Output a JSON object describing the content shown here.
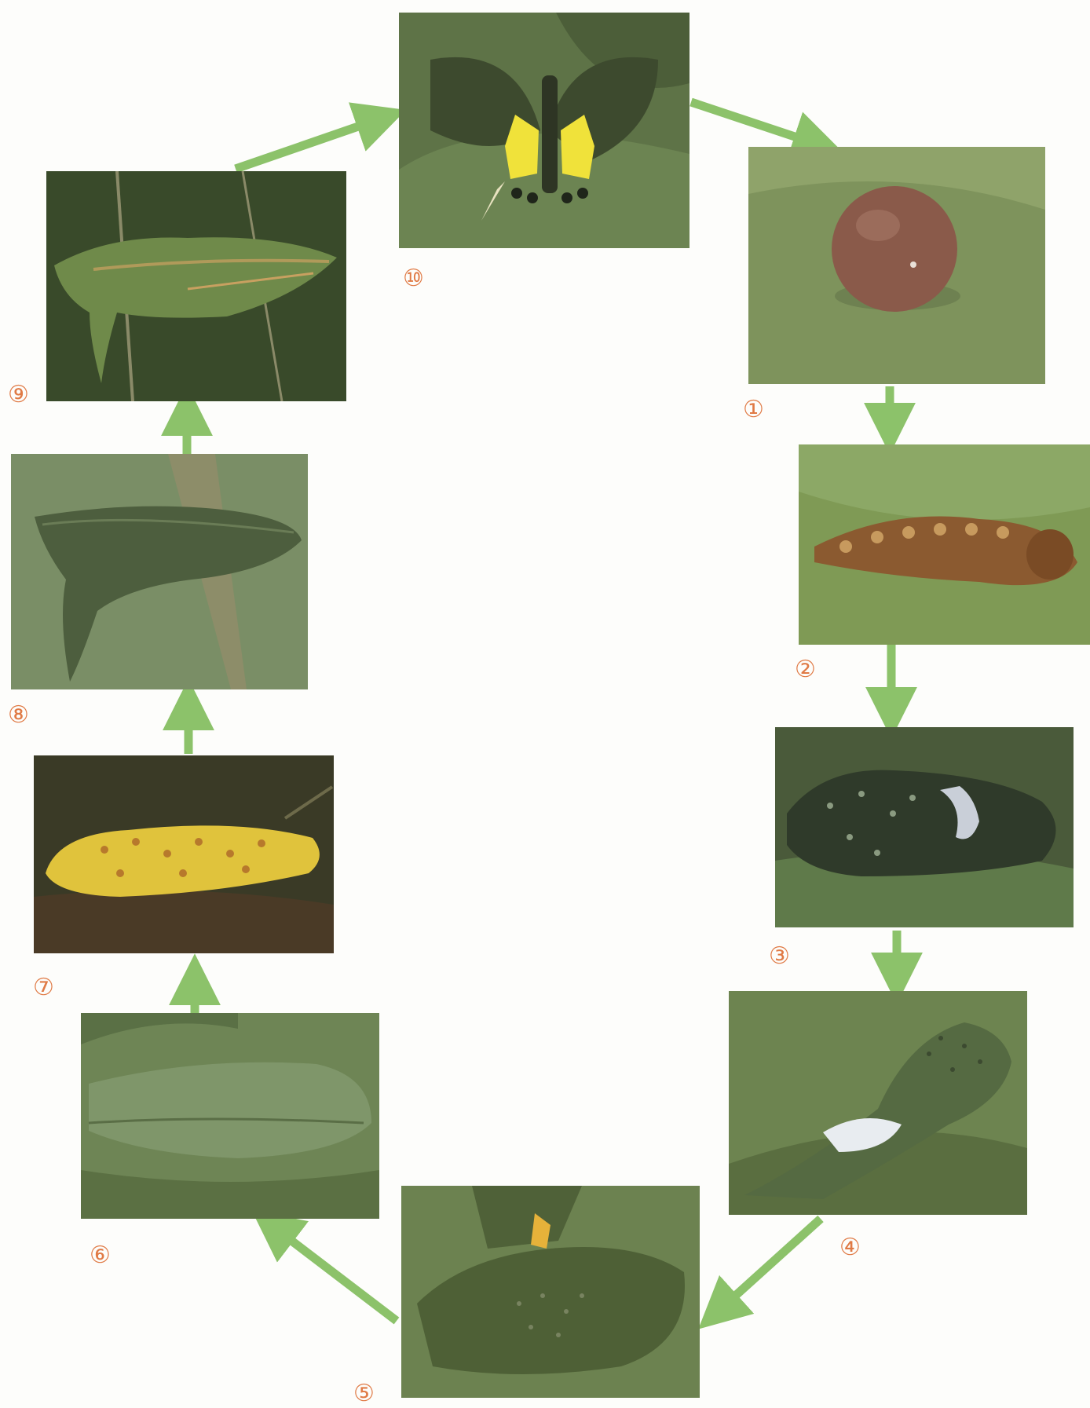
{
  "stages": [
    {
      "number": "①",
      "subject": "egg"
    },
    {
      "number": "②",
      "subject": "first-instar-larva"
    },
    {
      "number": "③",
      "subject": "second-instar-larva"
    },
    {
      "number": "④",
      "subject": "third-instar-larva"
    },
    {
      "number": "⑤",
      "subject": "fourth-instar-larva"
    },
    {
      "number": "⑥",
      "subject": "fifth-instar-larva"
    },
    {
      "number": "⑦",
      "subject": "prepupa"
    },
    {
      "number": "⑧",
      "subject": "green-pupa"
    },
    {
      "number": "⑨",
      "subject": "pupa-before-eclosion"
    },
    {
      "number": "⑩",
      "subject": "adult-butterfly"
    }
  ],
  "colors": {
    "arrow": "#8cc26a",
    "label": "#e07a45",
    "foliage": "#6f8a55",
    "egg": "#8a5a4a",
    "prepupa": "#e0c33c",
    "wing_yellow": "#f0e23a"
  }
}
